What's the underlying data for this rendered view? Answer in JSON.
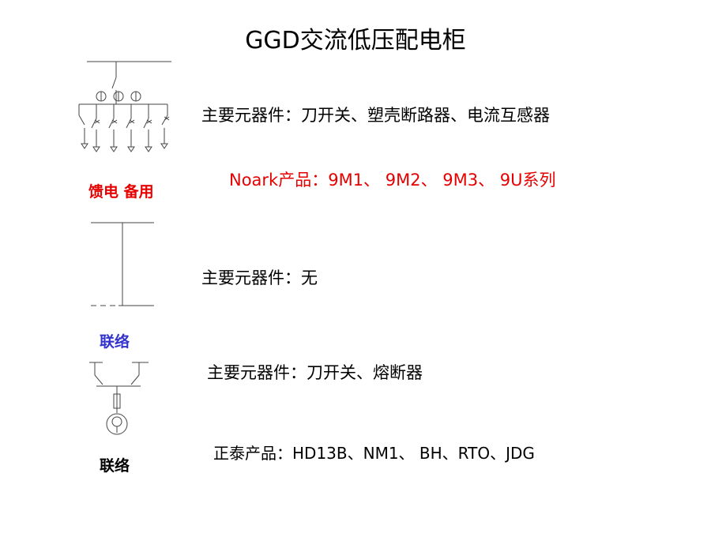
{
  "slide": {
    "title": "GGD交流低压配电柜",
    "sections": [
      {
        "caption": "馈电 备用",
        "caption_color": "#e60000",
        "components_text": "主要元器件：刀开关、塑壳断路器、电流互感器",
        "products_text": "Noark产品：9M1、 9M2、 9M3、 9U系列",
        "products_color": "#e60000"
      },
      {
        "caption": "联络",
        "caption_color": "#3333cc",
        "components_text": "主要元器件：无"
      },
      {
        "caption": "联络",
        "caption_color": "#000000",
        "components_text": "主要元器件：刀开关、熔断器",
        "products_text": "正泰产品：HD13B、NM1、 BH、RTO、JDG",
        "products_color": "#000000"
      }
    ]
  }
}
